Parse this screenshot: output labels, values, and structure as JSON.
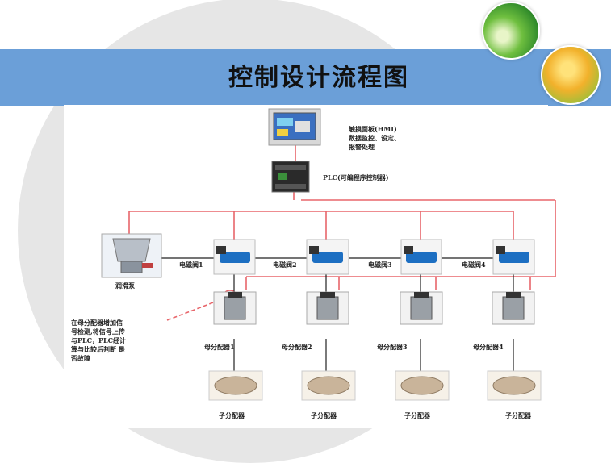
{
  "title": "控制设计流程图",
  "hmi": {
    "lines": [
      "触摸面板(HMI)",
      "数据监控、设定、",
      "报警处理"
    ]
  },
  "plc": {
    "label": "PLC(可编程序控制器)"
  },
  "lubricator": {
    "label": "润滑泵"
  },
  "valves": [
    {
      "label": "电磁阀1"
    },
    {
      "label": "电磁阀2"
    },
    {
      "label": "电磁阀3"
    },
    {
      "label": "电磁阀4"
    }
  ],
  "main_distributors": [
    {
      "label": "母分配器1"
    },
    {
      "label": "母分配器2"
    },
    {
      "label": "母分配器3"
    },
    {
      "label": "母分配器4"
    }
  ],
  "sub_distributors": [
    {
      "label": "子分配器"
    },
    {
      "label": "子分配器"
    },
    {
      "label": "子分配器"
    },
    {
      "label": "子分配器"
    }
  ],
  "note": {
    "lines": [
      "在母分配器增加信",
      "号检测,将信号上传",
      "与PLC，PLC经计",
      "算与比较后判断 是",
      "否故障"
    ]
  },
  "colors": {
    "title_band": "#6b9fd8",
    "signal_line": "#e8666b",
    "pipe_line": "#222222"
  }
}
